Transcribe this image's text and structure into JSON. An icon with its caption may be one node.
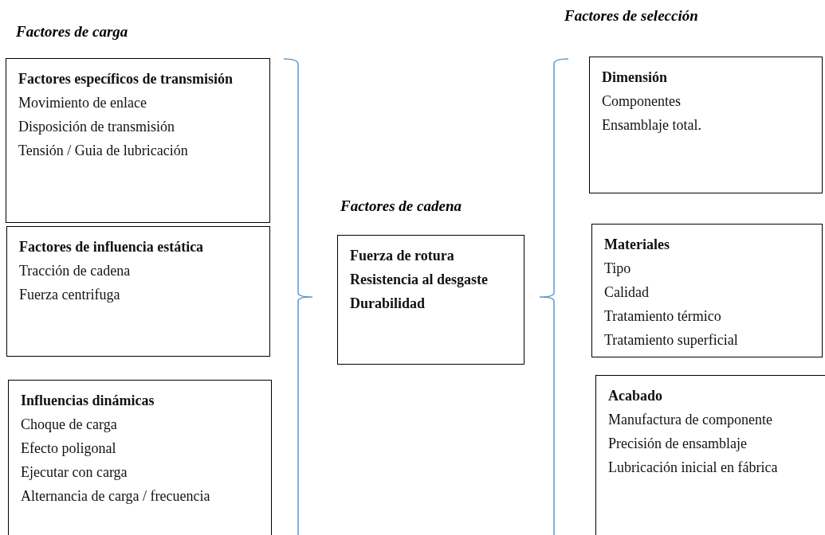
{
  "diagram": {
    "nodes": [
      {
        "text": [
          "Factores específicos de transmisión",
          "Movimiento de enlace",
          "Disposición de transmisión",
          "Tensión / Guia de lubricación"
        ]
      },
      {
        "text": [
          "Factores de influencia estática",
          "Tracción de cadena",
          "Fuerza centrifuga"
        ]
      },
      {
        "text": [
          "Influencias dinámicas",
          "Choque de carga",
          "Efecto poligonal",
          "Ejecutar con carga",
          "Alternancia de carga / frecuencia"
        ]
      },
      {
        "text": [
          "Fuerza de rotura",
          "Resistencia al desgaste",
          "Durabilidad"
        ]
      },
      {
        "text": [
          "Dimensión",
          "Componentes",
          "Ensamblaje total."
        ]
      },
      {
        "text": [
          "Materiales",
          "Tipo",
          "Calidad",
          "Tratamiento térmico",
          "Tratamiento superficial"
        ]
      },
      {
        "text": [
          "Acabado",
          "Manufactura de componente",
          "Precisión de ensamblaje",
          "Lubricación inicial en fábrica"
        ]
      }
    ],
    "labels": [
      "Factores de selección",
      "Factores de carga",
      "Factores de cadena"
    ]
  }
}
